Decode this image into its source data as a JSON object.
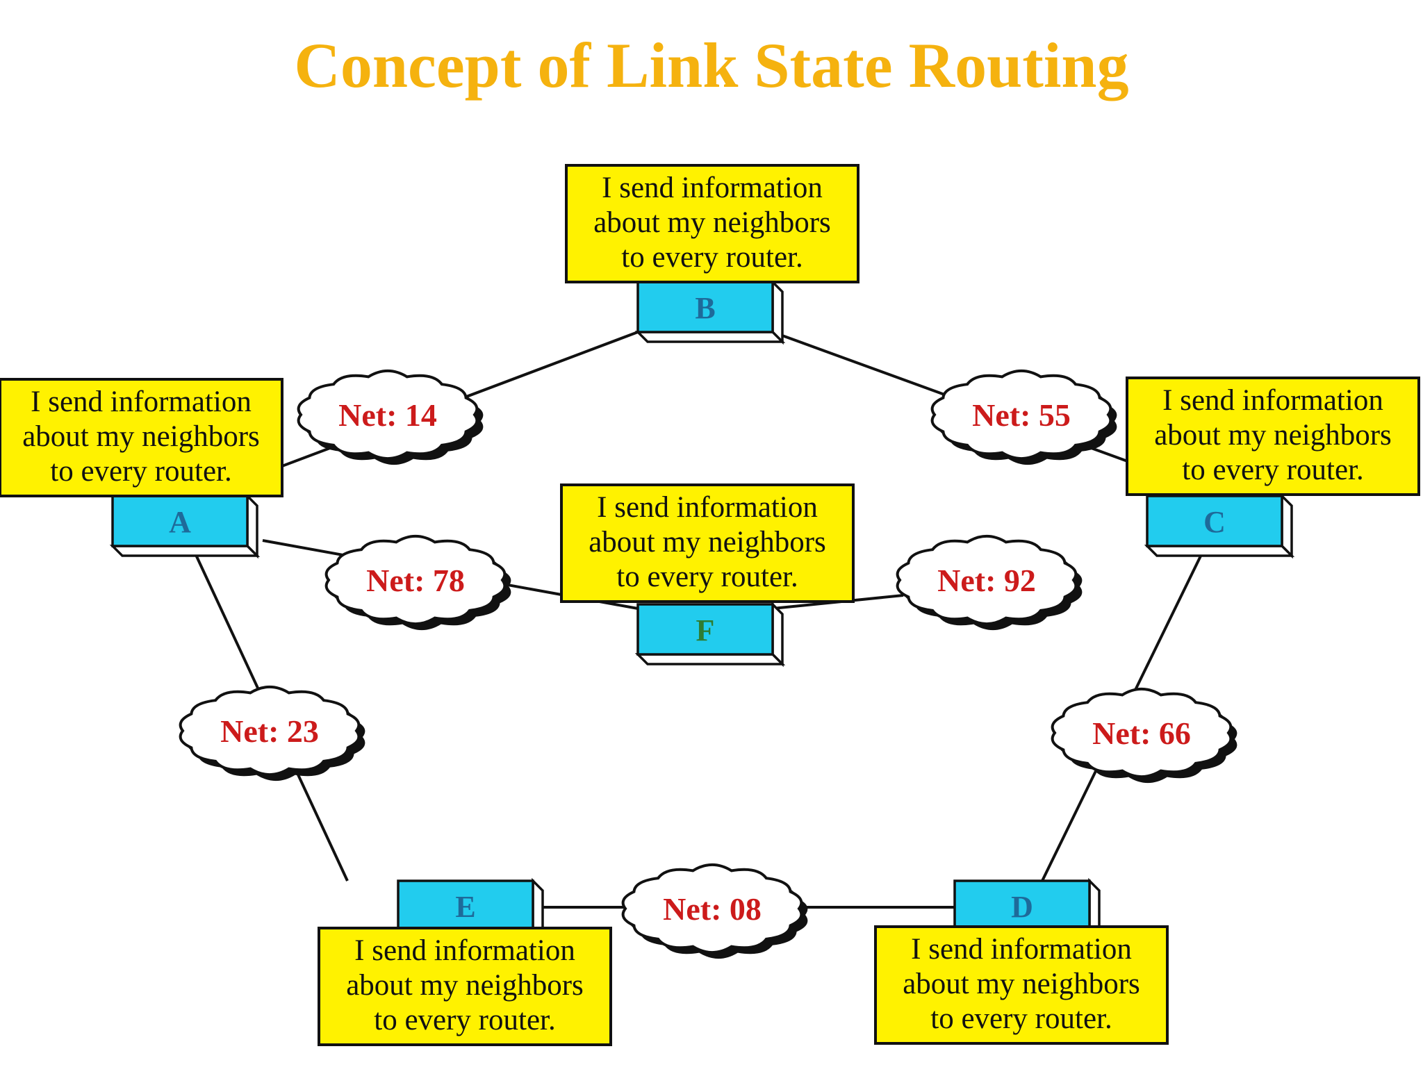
{
  "title": "Concept of Link State Routing",
  "colors": {
    "title": "#F5B20F",
    "router_fill": "#22CCEE",
    "router_label": "#1E6A9A",
    "router_label_f": "#2E7D32",
    "box_fill": "#FFF200",
    "net_label": "#CC1B1B"
  },
  "routers": [
    {
      "id": "A",
      "label": "A"
    },
    {
      "id": "B",
      "label": "B"
    },
    {
      "id": "C",
      "label": "C"
    },
    {
      "id": "D",
      "label": "D"
    },
    {
      "id": "E",
      "label": "E"
    },
    {
      "id": "F",
      "label": "F"
    }
  ],
  "networks": [
    {
      "id": "net14",
      "label": "Net: 14",
      "between": [
        "A",
        "B"
      ]
    },
    {
      "id": "net55",
      "label": "Net: 55",
      "between": [
        "B",
        "C"
      ]
    },
    {
      "id": "net78",
      "label": "Net: 78",
      "between": [
        "A",
        "F"
      ]
    },
    {
      "id": "net92",
      "label": "Net: 92",
      "between": [
        "F",
        "C"
      ]
    },
    {
      "id": "net23",
      "label": "Net: 23",
      "between": [
        "A",
        "E"
      ]
    },
    {
      "id": "net66",
      "label": "Net: 66",
      "between": [
        "C",
        "D"
      ]
    },
    {
      "id": "net08",
      "label": "Net: 08",
      "between": [
        "E",
        "D"
      ]
    }
  ],
  "messages": {
    "A": [
      "I send information",
      "about my neighbors",
      "to every router."
    ],
    "B": [
      "I send information",
      "about my neighbors",
      "to every router."
    ],
    "C": [
      "I send information",
      "about my neighbors",
      "to every router."
    ],
    "D": [
      "I send information",
      "about my neighbors",
      "to every router."
    ],
    "E": [
      "I send information",
      "about my neighbors",
      "to every router."
    ],
    "F": [
      "I send information",
      "about my neighbors",
      "to every router."
    ]
  }
}
